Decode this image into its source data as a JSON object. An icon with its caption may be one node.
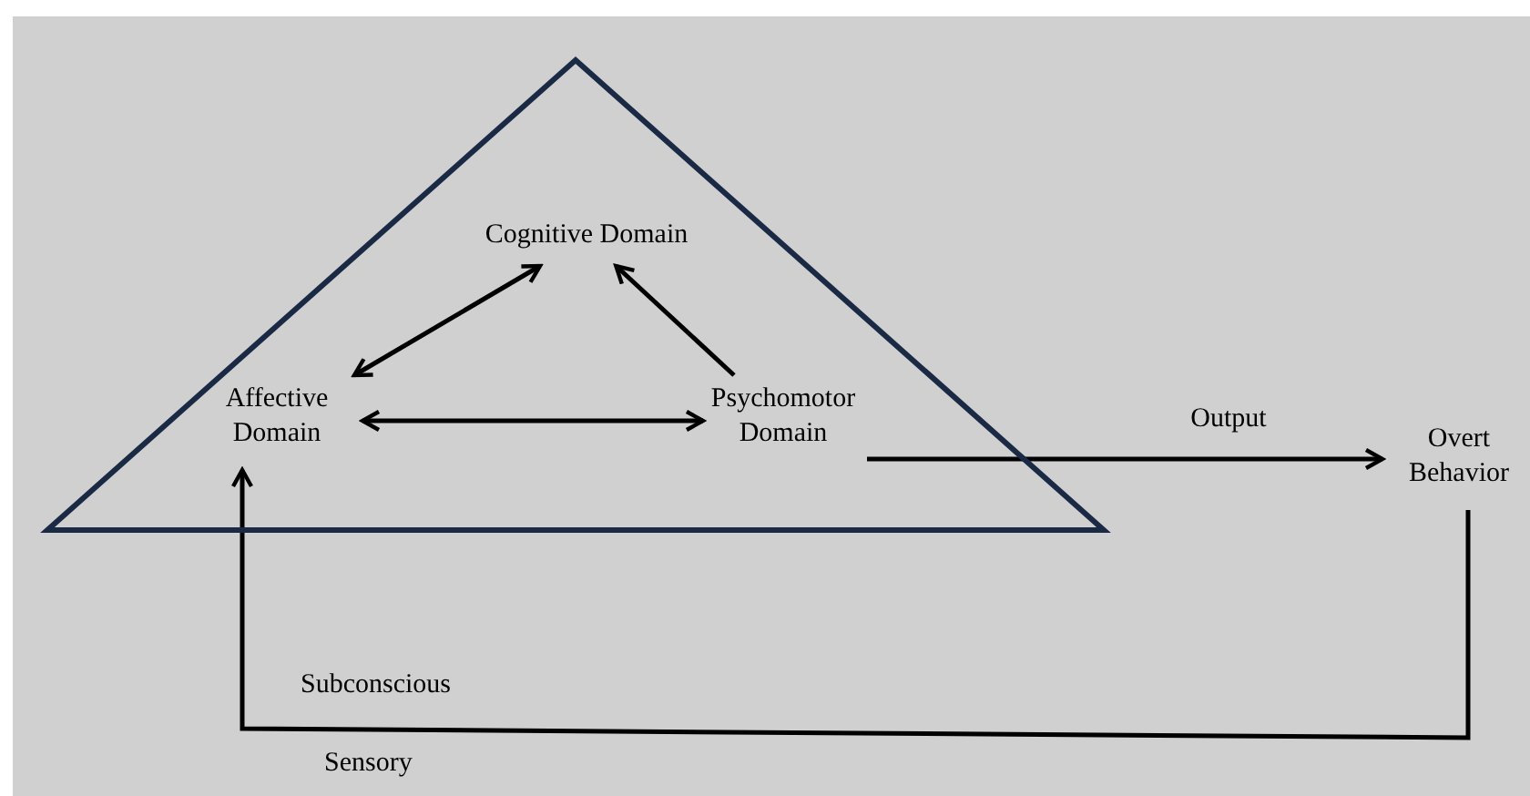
{
  "diagram": {
    "nodes": [
      {
        "text": [],
        "shape": "triangle"
      },
      {
        "text": [
          "Cognitive Domain"
        ],
        "in": 0
      },
      {
        "text": [
          "Affective Domain"
        ],
        "in": 0
      },
      {
        "text": [
          "Psychomotor Domain"
        ],
        "in": 0
      },
      {
        "text": [
          "Overt Behavior"
        ]
      }
    ],
    "edges": [
      {
        "from": 2,
        "to": 1,
        "arrow": "both"
      },
      {
        "from": 3,
        "to": 1,
        "arrow": "to"
      },
      {
        "from": 2,
        "to": 3,
        "arrow": "both"
      },
      {
        "from": 3,
        "to": 4,
        "arrow": "to",
        "label": "Output"
      },
      {
        "from": 4,
        "to": 2,
        "arrow": "to"
      }
    ],
    "labels": [
      "Subconscious",
      "Sensory"
    ]
  }
}
